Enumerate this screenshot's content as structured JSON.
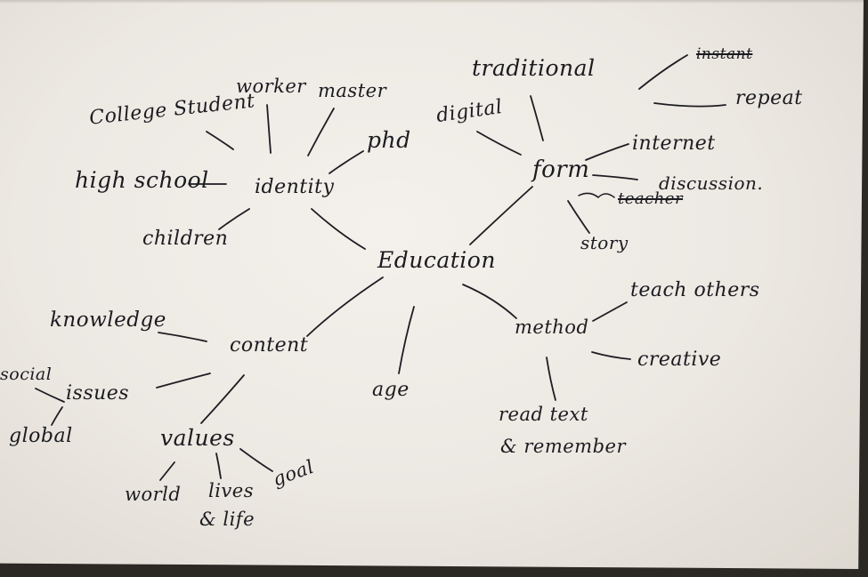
{
  "center": "Education",
  "branches": {
    "identity": {
      "label": "identity",
      "items": [
        "College Student",
        "worker",
        "master",
        "phd",
        "high school",
        "children"
      ]
    },
    "form": {
      "label": "form",
      "items": [
        "traditional",
        "digital",
        "instant",
        "repeat",
        "internet",
        "discussion.",
        "teacher",
        "story"
      ]
    },
    "content": {
      "label": "content",
      "items": [
        "knowledge",
        "issues",
        "social",
        "global"
      ],
      "values": {
        "label": "values",
        "items": [
          "world",
          "lives",
          "& life",
          "goal"
        ]
      }
    },
    "age": {
      "label": "age"
    },
    "method": {
      "label": "method",
      "items": [
        "teach others",
        "creative",
        "read text",
        "& remember"
      ]
    }
  }
}
